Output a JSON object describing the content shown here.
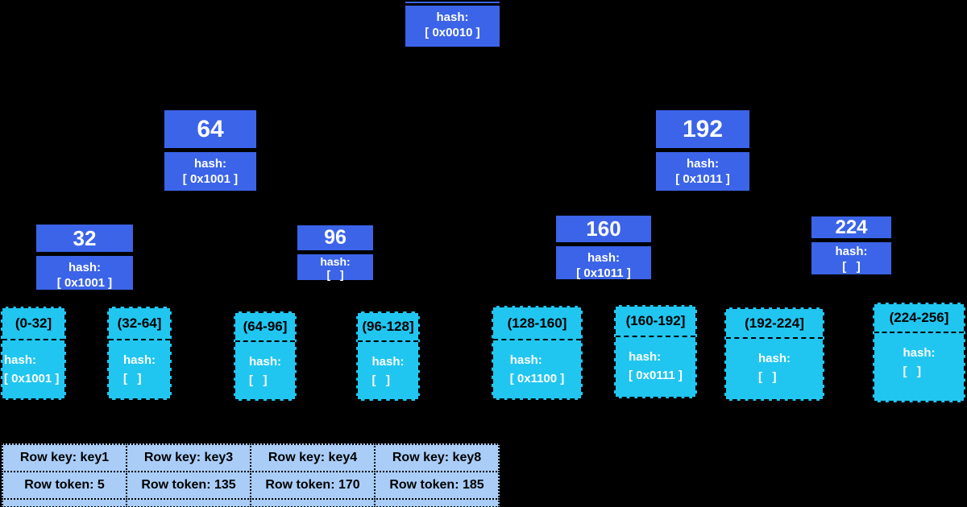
{
  "colors": {
    "background": "#000000",
    "inner_node_blue": "#3b64e8",
    "leaf_cyan": "#20c6f0",
    "table_light_blue": "#a9cdf7",
    "node_text": "#ffffff",
    "leaf_title_text": "#000000",
    "table_text": "#000000"
  },
  "root": {
    "hash_label": "hash:",
    "hash_value": "[ 0x0010 ]"
  },
  "inner_nodes": [
    {
      "value": "64",
      "hash_label": "hash:",
      "hash_value": "[ 0x1001 ]"
    },
    {
      "value": "192",
      "hash_label": "hash:",
      "hash_value": "[ 0x1011 ]"
    },
    {
      "value": "32",
      "hash_label": "hash:",
      "hash_value": "[ 0x1001 ]"
    },
    {
      "value": "96",
      "hash_label": "hash:",
      "hash_value": "[   ]"
    },
    {
      "value": "160",
      "hash_label": "hash:",
      "hash_value": "[ 0x1011 ]"
    },
    {
      "value": "224",
      "hash_label": "hash:",
      "hash_value": "[   ]"
    }
  ],
  "leaves": [
    {
      "range": "(0-32]",
      "hash_label": "hash:",
      "hash_value": "[ 0x1001 ]"
    },
    {
      "range": "(32-64]",
      "hash_label": "hash:",
      "hash_value": "[   ]"
    },
    {
      "range": "(64-96]",
      "hash_label": "hash:",
      "hash_value": "[   ]"
    },
    {
      "range": "(96-128]",
      "hash_label": "hash:",
      "hash_value": "[   ]"
    },
    {
      "range": "(128-160]",
      "hash_label": "hash:",
      "hash_value": "[ 0x1100 ]"
    },
    {
      "range": "(160-192]",
      "hash_label": "hash:",
      "hash_value": "[ 0x0111 ]"
    },
    {
      "range": "(192-224]",
      "hash_label": "hash:",
      "hash_value": "[   ]"
    },
    {
      "range": "(224-256]",
      "hash_label": "hash:",
      "hash_value": "[   ]"
    }
  ],
  "row_table": {
    "entries": [
      {
        "key": "Row key: key1",
        "token": "Row token: 5"
      },
      {
        "key": "Row key: key3",
        "token": "Row token: 135"
      },
      {
        "key": "Row key: key4",
        "token": "Row token: 170"
      },
      {
        "key": "Row key: key8",
        "token": "Row token: 185"
      }
    ]
  }
}
